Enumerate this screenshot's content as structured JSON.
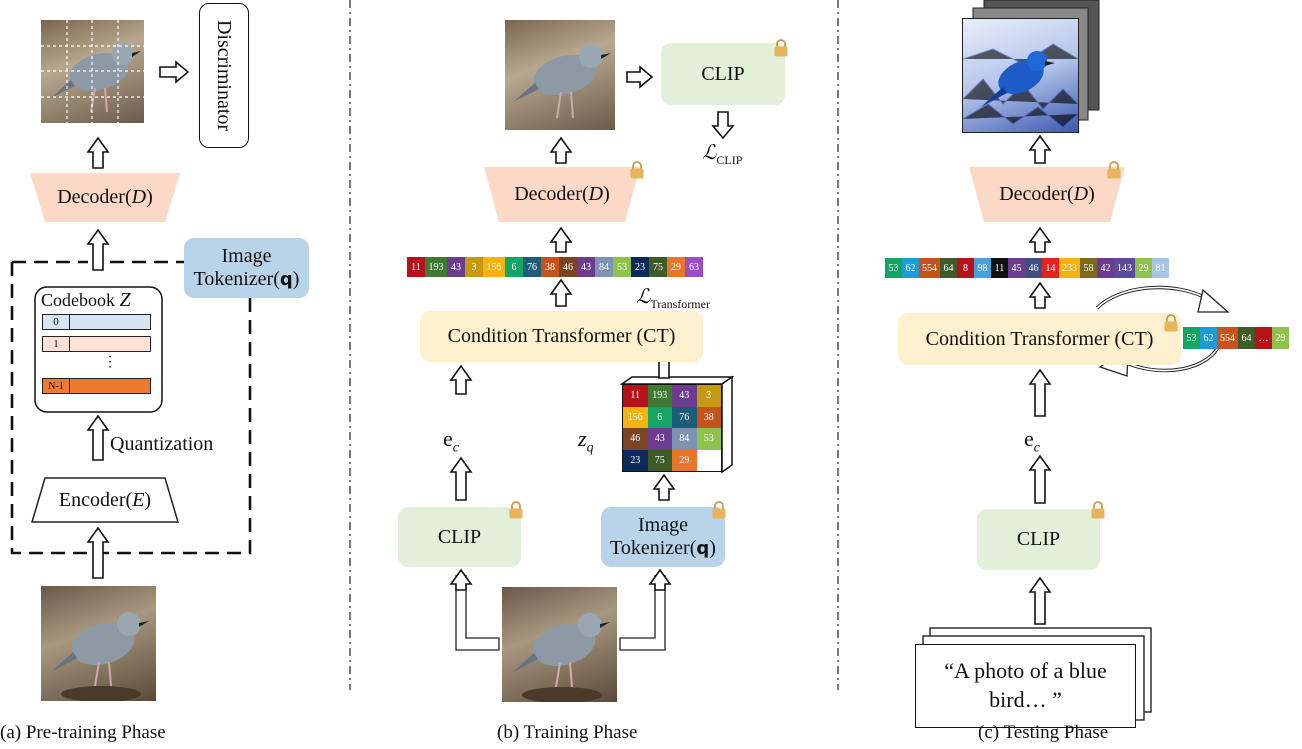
{
  "panel_a": {
    "caption": "(a) Pre-training Phase",
    "discriminator": "Discriminator",
    "decoder": "Decoder(",
    "decoder_var": "D",
    "close": ")",
    "tokenizer_line1": "Image",
    "tokenizer_line2": "Tokenizer(",
    "tokenizer_var": "q",
    "codebook": "Codebook",
    "codebook_var": "Z",
    "cb_rows": [
      "0",
      "1",
      "N-1"
    ],
    "cb_dots": "⋮",
    "quantization": "Quantization",
    "encoder": "Encoder(",
    "encoder_var": "E"
  },
  "panel_b": {
    "caption": "(b) Training Phase",
    "clip_top": "CLIP",
    "loss_clip": "ℒ",
    "loss_clip_sub": "CLIP",
    "decoder": "Decoder(",
    "decoder_var": "D",
    "close": ")",
    "loss_transformer": "ℒ",
    "loss_transformer_sub": "Transformer",
    "ct": "Condition Transformer (CT)",
    "ec": "e",
    "ec_sub": "c",
    "zq": "z",
    "zq_sub": "q",
    "clip_bottom": "CLIP",
    "tokenizer_line1": "Image",
    "tokenizer_line2": "Tokenizer(",
    "tokenizer_var": "q",
    "tokens": [
      {
        "v": "11",
        "c": "#b5121b"
      },
      {
        "v": "193",
        "c": "#3f7a35"
      },
      {
        "v": "43",
        "c": "#6d3c8f"
      },
      {
        "v": "3",
        "c": "#c49a13"
      },
      {
        "v": "156",
        "c": "#f6b20e"
      },
      {
        "v": "6",
        "c": "#14a562"
      },
      {
        "v": "76",
        "c": "#1c5d7a"
      },
      {
        "v": "38",
        "c": "#c4541c"
      },
      {
        "v": "46",
        "c": "#7a4522"
      },
      {
        "v": "43",
        "c": "#6d3c8f"
      },
      {
        "v": "84",
        "c": "#7d93b1"
      },
      {
        "v": "53",
        "c": "#8fc24c"
      },
      {
        "v": "23",
        "c": "#0d2b5a"
      },
      {
        "v": "75",
        "c": "#3d5c2a"
      },
      {
        "v": "29",
        "c": "#e7762a"
      },
      {
        "v": "63",
        "c": "#9b4dc4"
      }
    ],
    "grid": [
      {
        "v": "11",
        "c": "#b5121b"
      },
      {
        "v": "193",
        "c": "#3f7a35"
      },
      {
        "v": "43",
        "c": "#6d3c8f"
      },
      {
        "v": "3",
        "c": "#c49a13"
      },
      {
        "v": "156",
        "c": "#f6b20e"
      },
      {
        "v": "6",
        "c": "#14a562"
      },
      {
        "v": "76",
        "c": "#1c5d7a"
      },
      {
        "v": "38",
        "c": "#c4541c"
      },
      {
        "v": "46",
        "c": "#7a4522"
      },
      {
        "v": "43",
        "c": "#6d3c8f"
      },
      {
        "v": "84",
        "c": "#7d93b1"
      },
      {
        "v": "53",
        "c": "#8fc24c"
      },
      {
        "v": "23",
        "c": "#0d2b5a"
      },
      {
        "v": "75",
        "c": "#3d5c2a"
      },
      {
        "v": "29",
        "c": "#e7762a"
      },
      {
        "v": "",
        "c": "#ffffff"
      }
    ]
  },
  "panel_c": {
    "caption": "(c) Testing Phase",
    "decoder": "Decoder(",
    "decoder_var": "D",
    "close": ")",
    "ct": "Condition Transformer (CT)",
    "ec": "e",
    "ec_sub": "c",
    "clip": "CLIP",
    "prompt_line1": "“A photo of a blue",
    "prompt_line2": "bird… ”",
    "tokens": [
      {
        "v": "53",
        "c": "#14a562"
      },
      {
        "v": "62",
        "c": "#1e9bd7"
      },
      {
        "v": "554",
        "c": "#c4541c"
      },
      {
        "v": "64",
        "c": "#3f5b2a"
      },
      {
        "v": "8",
        "c": "#b5121b"
      },
      {
        "v": "98",
        "c": "#4aa0d8"
      },
      {
        "v": "11",
        "c": "#111111"
      },
      {
        "v": "45",
        "c": "#6d3c8f"
      },
      {
        "v": "46",
        "c": "#3f4f86"
      },
      {
        "v": "14",
        "c": "#e52421"
      },
      {
        "v": "233",
        "c": "#f6b20e"
      },
      {
        "v": "58",
        "c": "#7a6a1d"
      },
      {
        "v": "42",
        "c": "#6d3c8f"
      },
      {
        "v": "143",
        "c": "#5a4a9a"
      },
      {
        "v": "29",
        "c": "#8fc24c"
      },
      {
        "v": "81",
        "c": "#a9c4e4"
      }
    ],
    "partial_tokens": [
      {
        "v": "53",
        "c": "#14a562"
      },
      {
        "v": "62",
        "c": "#1e9bd7"
      },
      {
        "v": "554",
        "c": "#c4541c"
      },
      {
        "v": "64",
        "c": "#3f5b2a"
      },
      {
        "v": "…",
        "c": "#b5121b"
      },
      {
        "v": "29",
        "c": "#8fc24c"
      }
    ]
  },
  "colors": {
    "clip_green": "#e3f0d9",
    "tokenizer_blue": "#b9d3ea",
    "ct_yellow": "#fdf0cf",
    "decoder_peach": "#fbd9c6",
    "codebook_blue": "#d6e4f3",
    "codebook_peach": "#fbe2d4",
    "codebook_orange": "#ec7b2f"
  },
  "icons": [
    "hollow-arrow-icon",
    "lock-icon",
    "bird-photo",
    "dashed-box",
    "divider-line"
  ]
}
